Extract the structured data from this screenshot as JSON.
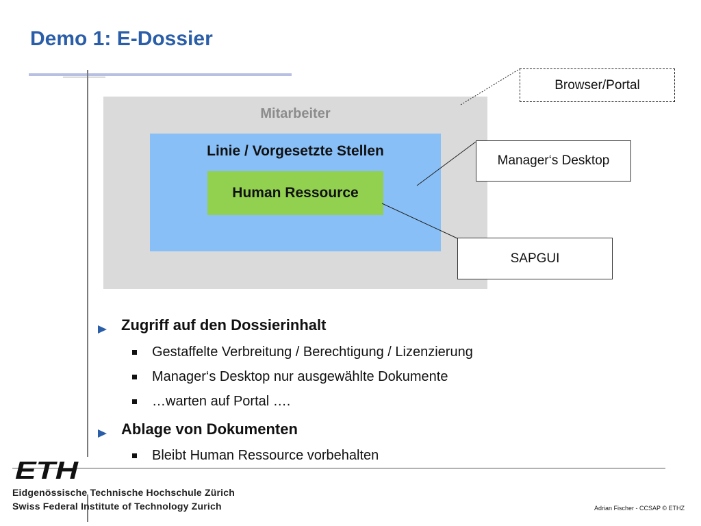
{
  "slide": {
    "title": "Demo 1: E-Dossier"
  },
  "diagram": {
    "outer_label": "Mitarbeiter",
    "middle_label": "Linie / Vorgesetzte Stellen",
    "inner_label": "Human Ressource",
    "callouts": {
      "browser": "Browser/Portal",
      "manager": "Manager‘s Desktop",
      "sap": "SAPGUI"
    },
    "colors": {
      "outer": "#dadada",
      "middle": "#89bff7",
      "inner": "#92d050",
      "title": "#2a5ea8"
    }
  },
  "bullets": {
    "b1": {
      "text": "Zugriff auf den Dossierinhalt",
      "subs": [
        "Gestaffelte Verbreitung / Berechtigung / Lizenzierung",
        "Manager‘s Desktop nur ausgewählte Dokumente",
        "…warten auf Portal …."
      ]
    },
    "b2": {
      "text": "Ablage von Dokumenten",
      "subs": [
        "Bleibt Human Ressource vorbehalten"
      ]
    }
  },
  "footer": {
    "logo_text": "ETH",
    "institution_de": "Eidgenössische Technische Hochschule Zürich",
    "institution_en": "Swiss Federal Institute of Technology Zurich",
    "credit": "Adrian Fischer - CCSAP © ETHZ"
  }
}
